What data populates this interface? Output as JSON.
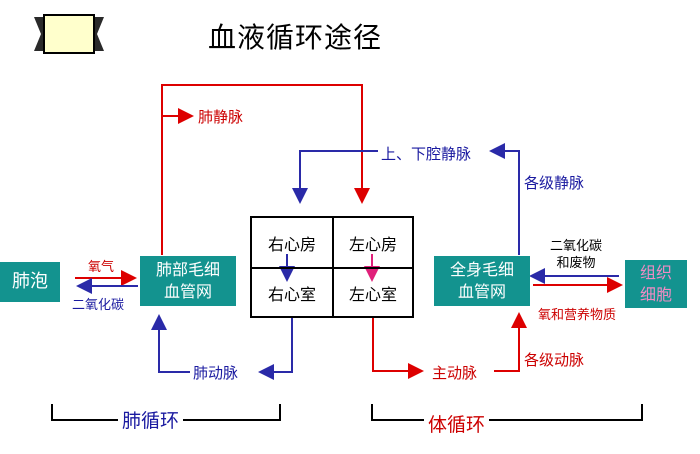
{
  "title": "血液循环途径",
  "heart": {
    "right_atrium": "右心房",
    "left_atrium": "左心房",
    "right_ventricle": "右心室",
    "left_ventricle": "左心室"
  },
  "nodes": {
    "alveoli": "肺泡",
    "lung_capillaries_line1": "肺部毛细",
    "lung_capillaries_line2": "血管网",
    "body_capillaries_line1": "全身毛细",
    "body_capillaries_line2": "血管网",
    "tissue_line1": "组织",
    "tissue_line2": "细胞"
  },
  "vessels": {
    "pulmonary_vein": "肺静脉",
    "vena_cava": "上、下腔静脉",
    "veins": "各级静脉",
    "pulmonary_artery": "肺动脉",
    "aorta": "主动脉",
    "arteries": "各级动脉"
  },
  "exchange": {
    "oxygen": "氧气",
    "co2": "二氧化碳",
    "co2_waste_line1": "二氧化碳",
    "co2_waste_line2": "和废物",
    "oxygen_nutrients": "氧和营养物质"
  },
  "circuits": {
    "pulmonary": "肺循环",
    "systemic": "体循环"
  },
  "colors": {
    "oxygenated": "#dd0000",
    "deoxygenated": "#2a2aa8",
    "capillary_box": "#13938f",
    "heart_arrow": "#e0207a"
  }
}
